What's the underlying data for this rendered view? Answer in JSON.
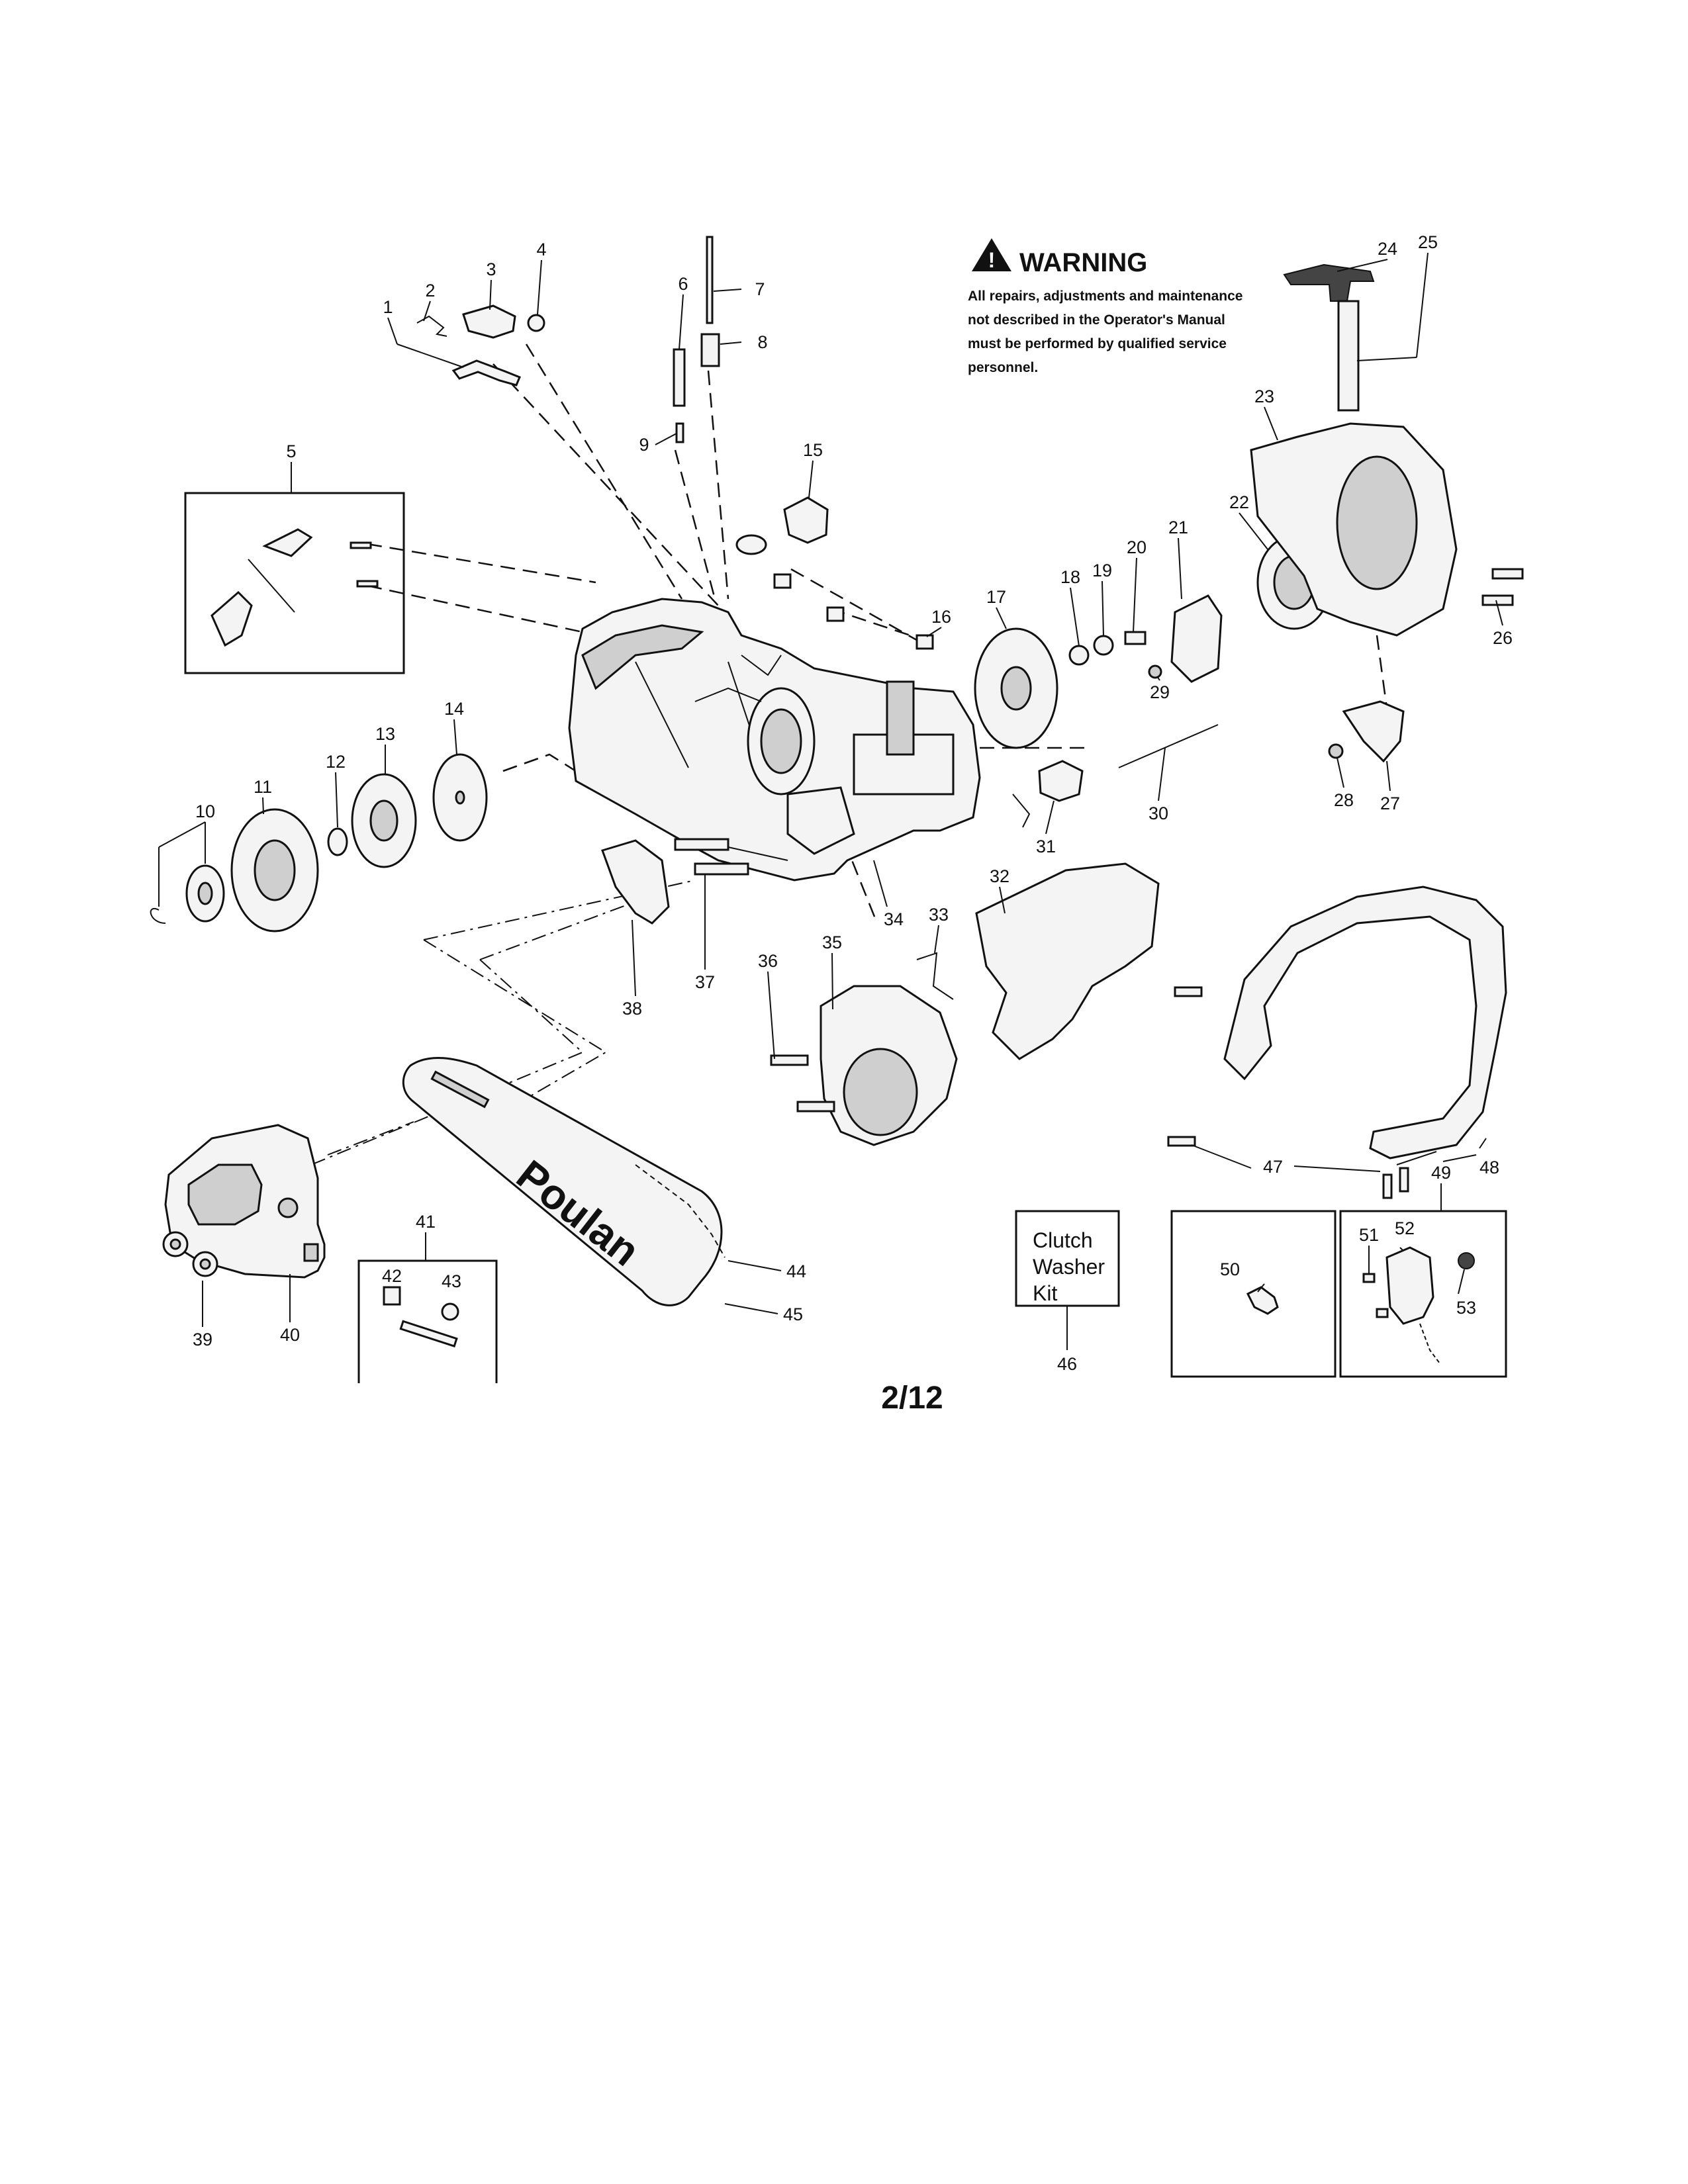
{
  "warning": {
    "title": "WARNING",
    "lines": [
      "All repairs, adjustments and maintenance",
      "not described in the Operator's Manual",
      "must be performed by qualified  service",
      "personnel."
    ]
  },
  "kit_box": {
    "lines": [
      "Clutch",
      "Washer",
      "Kit"
    ]
  },
  "brand_label": "Poulan",
  "page_number": "2/12",
  "callouts": [
    "1",
    "2",
    "3",
    "4",
    "5",
    "6",
    "7",
    "8",
    "9",
    "10",
    "11",
    "12",
    "13",
    "14",
    "15",
    "16",
    "17",
    "18",
    "19",
    "20",
    "21",
    "22",
    "23",
    "24",
    "25",
    "26",
    "27",
    "28",
    "29",
    "30",
    "31",
    "32",
    "33",
    "34",
    "35",
    "36",
    "37",
    "38",
    "39",
    "40",
    "41",
    "42",
    "43",
    "44",
    "45",
    "46",
    "47",
    "48",
    "49",
    "50",
    "51",
    "52",
    "53"
  ]
}
